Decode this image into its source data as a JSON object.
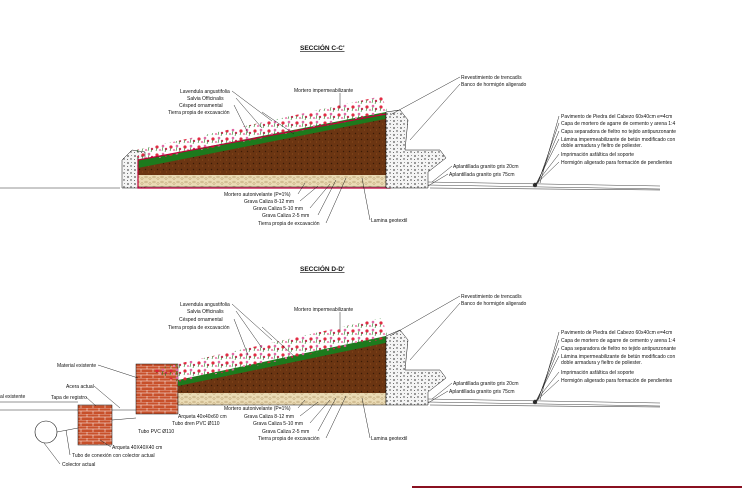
{
  "sections": {
    "c": {
      "title": "SECCIÓN C-C'",
      "left_labels": [
        "Lavendula angustifolia",
        "Salvia Officinalis",
        "Césped ornamental",
        "Tierra propia de excavación"
      ],
      "mortar": "Mortero impermeabilizante",
      "right_labels": [
        "Revestimiento de trencadís",
        "Banco de hormigón aligerado"
      ],
      "bottom_labels": [
        "Mortero autonivelante (P=1%)",
        "Grava Caliza 8-12 mm",
        "Grava Caliza 5-10 mm",
        "Grava Caliza 2-5 mm",
        "Tierra propia de excavación"
      ],
      "lamina": "Lamina geotextil",
      "granite": [
        "Aplantillada granito gris 20cm",
        "Aplantillada granito gris 75cm"
      ],
      "pavement": [
        "Pavimento de Piedra del Cabezo 60x40cm e=4cm",
        "Capa de mortero de agarre de cemento y arena 1:4",
        "Capa separadora de fieltro no tejido antipunzonante",
        "Lámina impermeabilizante de betún modificado con",
        "doble armadura y fieltro de poliester.",
        "Imprimación asfáltica del soporte",
        "Hormigón aligerado para formación de pendientes"
      ]
    },
    "d": {
      "title": "SECCIÓN D-D'",
      "left_labels": [
        "Lavendula angustifolia",
        "Salvia Officinalis",
        "Césped ornamental",
        "Tierra propia de excavación"
      ],
      "mortar": "Mortero impermeabilizante",
      "right_labels": [
        "Revestimiento de trencadís",
        "Banco de hormigón aligerado"
      ],
      "bottom_labels": [
        "Mortero autonivelante (P=1%)",
        "Grava Caliza 8-12 mm",
        "Grava Caliza 5-10 mm",
        "Grava Caliza 2-5 mm",
        "Tierra propia de excavación"
      ],
      "arqueta_small": "Arqueta 40x40x60 cm",
      "tubo_dren": "Tubo dren PVC Ø110",
      "tubo_pvc": "Tubo PVC Ø110",
      "lamina": "Lamina geotextil",
      "granite": [
        "Aplantillada granito gris 20cm",
        "Aplantillada granito gris 75cm"
      ],
      "pavement": [
        "Pavimento de Piedra del Cabezo 60x40cm e=4cm",
        "Capa de mortero de agarre de cemento y arena 1:4",
        "Capa separadora de fieltro no tejido antipunzonante",
        "Lámina impermeabilizante de betún modificado con",
        "doble armadura y fieltro de poliester.",
        "Imprimación asfáltica del soporte",
        "Hormigón aligerado para formación de pendientes"
      ],
      "left_side": [
        "Material existente",
        "Acera actual",
        "Tapa de registro",
        "al existente"
      ],
      "arqueta_big": "Arqueta 40X40X40 cm",
      "conexion": "Tubo de conexión con colector actual",
      "colector": "Colector actual"
    }
  },
  "colors": {
    "soil": "#6b3512",
    "gravel": "#e9d8b0",
    "grass": "#1d7a1d",
    "flowers_red": "#e0203a",
    "flowers_pink": "#e060a0",
    "brick": "#c2461f",
    "outline": "#c0003a"
  }
}
